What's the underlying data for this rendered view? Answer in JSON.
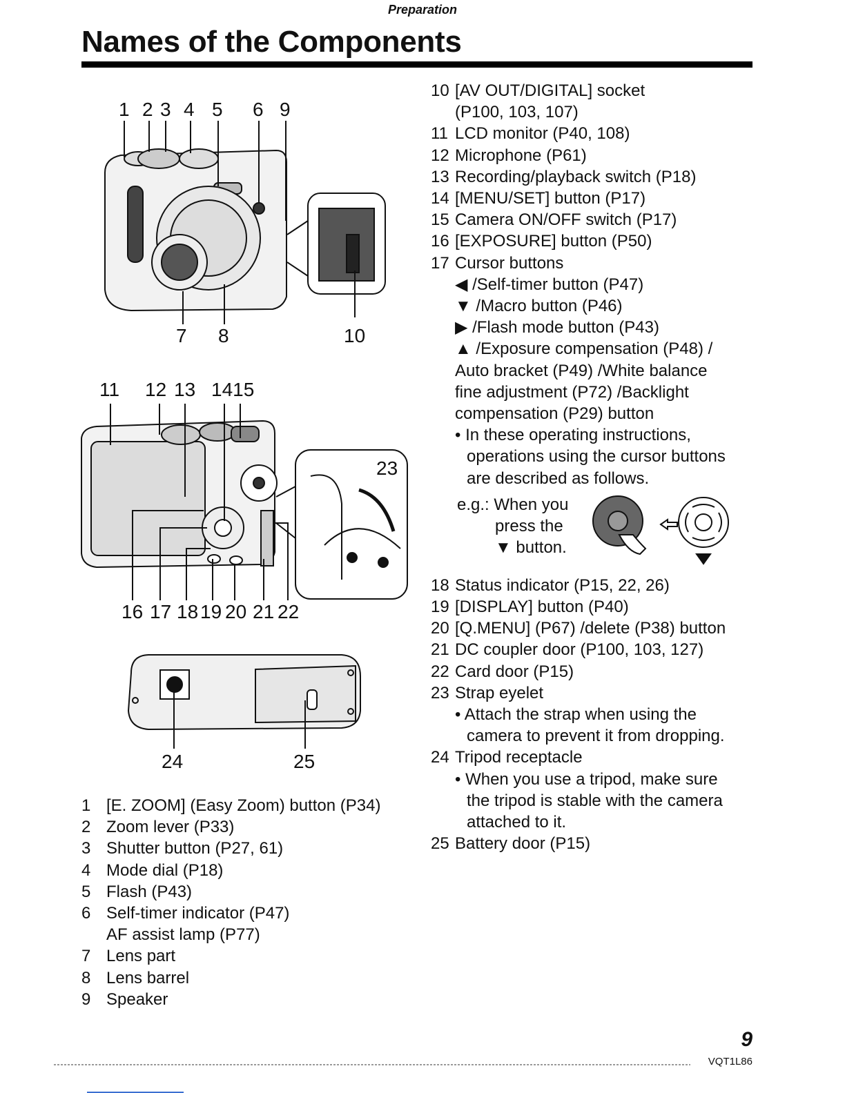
{
  "header": {
    "section": "Preparation",
    "title": "Names of the Components"
  },
  "figures": {
    "front_labels": [
      "1",
      "2",
      "3",
      "4",
      "5",
      "6",
      "9",
      "7",
      "8",
      "10"
    ],
    "back_labels": [
      "11",
      "12",
      "13",
      "1415",
      "23",
      "16",
      "17",
      "18",
      "19",
      "20",
      "21",
      "22"
    ],
    "bottom_labels": [
      "24",
      "25"
    ]
  },
  "left_list": [
    {
      "num": "1",
      "text": "[E. ZOOM] (Easy Zoom) button (P34)"
    },
    {
      "num": "2",
      "text": "Zoom lever (P33)"
    },
    {
      "num": "3",
      "text": "Shutter button (P27, 61)"
    },
    {
      "num": "4",
      "text": "Mode dial (P18)"
    },
    {
      "num": "5",
      "text": "Flash (P43)"
    },
    {
      "num": "6",
      "text": "Self-timer indicator (P47)"
    },
    {
      "num": "",
      "text": "AF assist lamp (P77)"
    },
    {
      "num": "7",
      "text": "Lens part"
    },
    {
      "num": "8",
      "text": "Lens barrel"
    },
    {
      "num": "9",
      "text": "Speaker"
    }
  ],
  "right_list": {
    "item10": {
      "num": "10",
      "text": "[AV OUT/DIGITAL] socket",
      "cont": "(P100, 103, 107)"
    },
    "item11": {
      "num": "11",
      "text": "LCD monitor (P40, 108)"
    },
    "item12": {
      "num": "12",
      "text": "Microphone (P61)"
    },
    "item13": {
      "num": "13",
      "text": "Recording/playback switch (P18)"
    },
    "item14": {
      "num": "14",
      "text": "[MENU/SET] button (P17)"
    },
    "item15": {
      "num": "15",
      "text": "Camera ON/OFF switch (P17)"
    },
    "item16": {
      "num": "16",
      "text": "[EXPOSURE] button (P50)"
    },
    "item17": {
      "num": "17",
      "text": "Cursor buttons"
    },
    "cursor": {
      "left": "◀ /Self-timer button (P47)",
      "down": "▼ /Macro button (P46)",
      "right": "▶ /Flash mode button (P43)",
      "up1": "▲ /Exposure compensation (P48) /",
      "up2": "Auto bracket (P49) /White balance",
      "up3": "fine adjustment (P72) /Backlight",
      "up4": "compensation (P29) button"
    },
    "note17": {
      "l1": "• In these operating instructions,",
      "l2": "operations using the cursor buttons",
      "l3": "are described as follows."
    },
    "eg": {
      "l1": "e.g.: When you",
      "l2": "press the",
      "l3": "▼ button."
    },
    "item18": {
      "num": "18",
      "text": "Status indicator (P15, 22, 26)"
    },
    "item19": {
      "num": "19",
      "text": "[DISPLAY] button (P40)"
    },
    "item20": {
      "num": "20",
      "text": "[Q.MENU] (P67) /delete (P38) button"
    },
    "item21": {
      "num": "21",
      "text": "DC coupler door (P100, 103, 127)"
    },
    "item22": {
      "num": "22",
      "text": "Card door (P15)"
    },
    "item23": {
      "num": "23",
      "text": "Strap eyelet"
    },
    "note23": {
      "l1": "• Attach the strap when using the",
      "l2": "camera to prevent it from dropping."
    },
    "item24": {
      "num": "24",
      "text": "Tripod receptacle"
    },
    "note24": {
      "l1": "• When you use a tripod, make sure",
      "l2": "the tripod is stable with the camera",
      "l3": "attached to it."
    },
    "item25": {
      "num": "25",
      "text": "Battery door (P15)"
    }
  },
  "footer": {
    "page": "9",
    "code": "VQT1L86"
  }
}
